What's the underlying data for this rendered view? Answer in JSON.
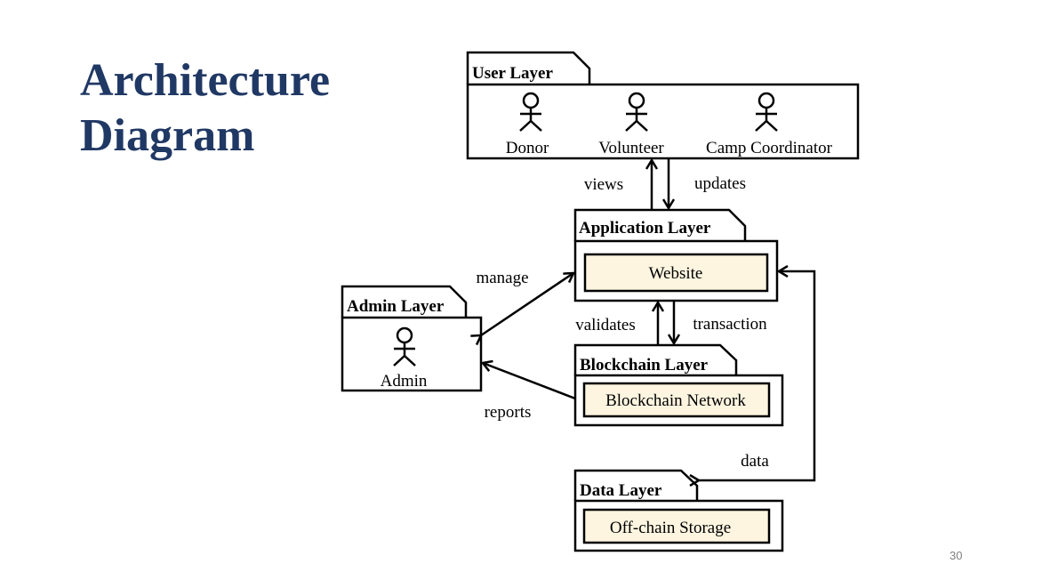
{
  "slide": {
    "title_line1": "Architecture",
    "title_line2": "Diagram",
    "page_number": "30"
  },
  "layers": {
    "user": {
      "label": "User Layer",
      "actors": [
        "Donor",
        "Volunteer",
        "Camp Coordinator"
      ]
    },
    "application": {
      "label": "Application Layer",
      "component": "Website"
    },
    "admin": {
      "label": "Admin Layer",
      "actor": "Admin"
    },
    "blockchain": {
      "label": "Blockchain Layer",
      "component": "Blockchain Network"
    },
    "data": {
      "label": "Data Layer",
      "component": "Off-chain Storage"
    }
  },
  "flows": {
    "views": "views",
    "updates": "updates",
    "manage": "manage",
    "validates": "validates",
    "transaction": "transaction",
    "reports": "reports",
    "data": "data"
  },
  "colors": {
    "title": "#203864",
    "component_fill": "#fdf5e0",
    "stroke": "#000000",
    "page_number": "#7f7f7f"
  }
}
